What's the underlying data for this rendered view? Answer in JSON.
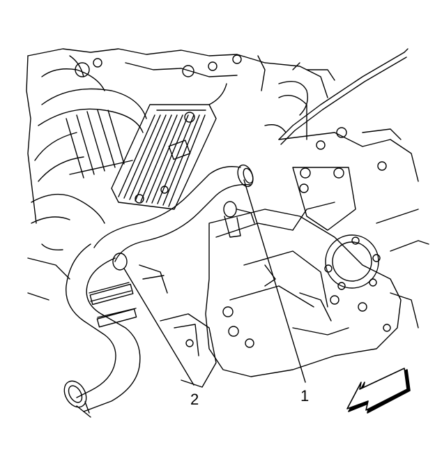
{
  "callouts": [
    {
      "id": "1",
      "label": "1"
    },
    {
      "id": "2",
      "label": "2"
    }
  ],
  "colors": {
    "line": "#000000",
    "background": "#ffffff"
  },
  "icons": {
    "direction_arrow": "forward-direction-arrow-icon"
  }
}
